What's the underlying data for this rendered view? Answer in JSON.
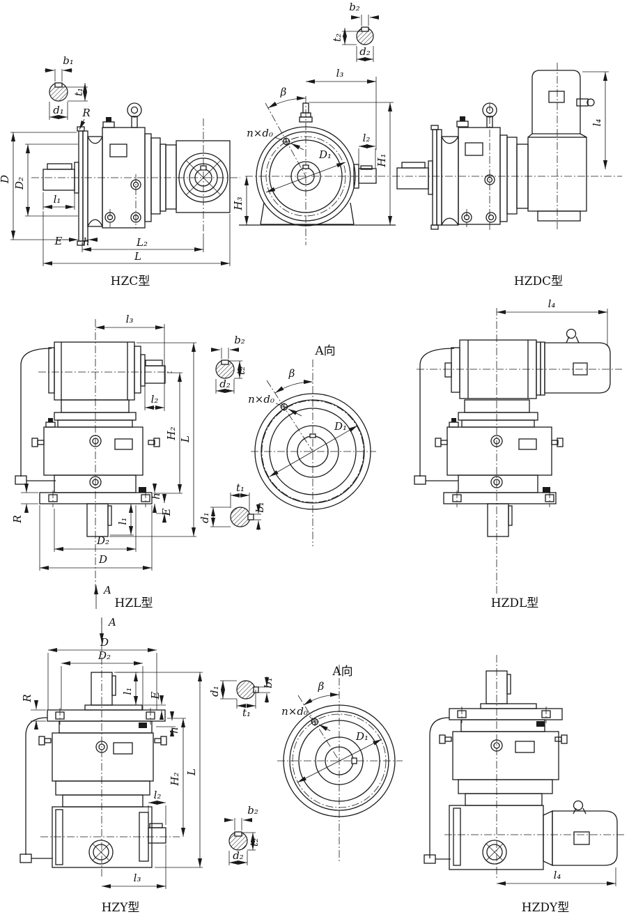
{
  "drawing_title": "gear-reducer-outline-drawing",
  "colors": {
    "ink": "#1a1a1a",
    "paper": "#ffffff"
  },
  "symbols": {
    "b1": "b₁",
    "t1": "t₁",
    "d1": "d₁",
    "b2": "b₂",
    "t2": "t₂",
    "d2": "d₂",
    "R": "R",
    "D": "D",
    "D2": "D₂",
    "D1": "D₁",
    "l1": "l₁",
    "l2": "l₂",
    "l3": "l₃",
    "l4": "l₄",
    "E": "E",
    "h": "h",
    "L": "L",
    "L2": "L₂",
    "H1": "H₁",
    "H2": "H₂",
    "H3": "H₃",
    "beta": "β",
    "n_d0": "n×d₀",
    "A": "A",
    "view_a": "A向"
  },
  "captions": {
    "hzc": "HZC型",
    "hzdc": "HZDC型",
    "hzl": "HZL型",
    "hzdl": "HZDL型",
    "hzy": "HZY型",
    "hzdy": "HZDY型"
  }
}
